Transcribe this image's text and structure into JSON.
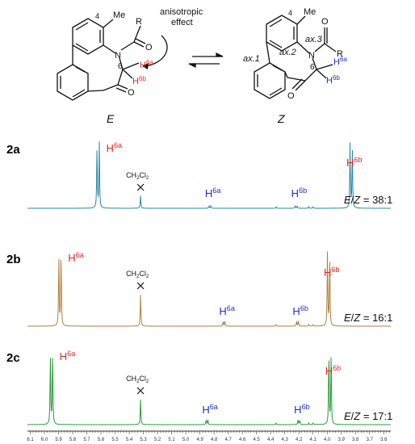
{
  "scheme": {
    "e_isomer": {
      "label": "E",
      "atom_labels": {
        "methyl": "Me",
        "c4": "4",
        "r_group": "R",
        "oxygen_amide": "O",
        "nitrogen": "N",
        "c6": "6",
        "h6a": "H",
        "h6a_sup": "6a",
        "h6b": "H",
        "h6b_sup": "6b",
        "oxygen_ketone": "O"
      }
    },
    "z_isomer": {
      "label": "Z",
      "atom_labels": {
        "methyl": "Me",
        "c4": "4",
        "r_group": "R",
        "oxygen_amide": "O",
        "nitrogen": "N",
        "c6": "6",
        "h6a": "H",
        "h6a_sup": "6a",
        "h6b": "H",
        "h6b_sup": "6b",
        "oxygen_ketone": "O",
        "ax1": "ax.1",
        "ax2": "ax.2",
        "ax3": "ax.3"
      }
    },
    "anisotropic_line1": "anisotropic",
    "anisotropic_line2": "effect"
  },
  "spectra": [
    {
      "compound": "2a",
      "ratio_prefix": "E",
      "ratio_mid": "Z",
      "ratio_value": " = 38:1",
      "color": "#2e86a6",
      "labels": {
        "h6a_major": "H",
        "h6a_major_sup": "6a",
        "h6b_major": "H",
        "h6b_major_sup": "6b",
        "h6a_minor": "H",
        "h6a_minor_sup": "6a",
        "h6b_minor": "H",
        "h6b_minor_sup": "6b",
        "solvent": "CH",
        "solvent_sub1": "2",
        "solvent_mid": "Cl",
        "solvent_sub2": "2"
      }
    },
    {
      "compound": "2b",
      "ratio_prefix": "E",
      "ratio_mid": "Z",
      "ratio_value": " = 16:1",
      "color": "#b0803a",
      "labels": {
        "h6a_major": "H",
        "h6a_major_sup": "6a",
        "h6b_major": "H",
        "h6b_major_sup": "6b",
        "h6a_minor": "H",
        "h6a_minor_sup": "6a",
        "h6b_minor": "H",
        "h6b_minor_sup": "6b",
        "solvent": "CH",
        "solvent_sub1": "2",
        "solvent_mid": "Cl",
        "solvent_sub2": "2"
      }
    },
    {
      "compound": "2c",
      "ratio_prefix": "E",
      "ratio_mid": "Z",
      "ratio_value": " = 17:1",
      "color": "#2a9a3c",
      "labels": {
        "h6a_major": "H",
        "h6a_major_sup": "6a",
        "h6b_major": "H",
        "h6b_major_sup": "6b",
        "h6a_minor": "H",
        "h6a_minor_sup": "6a",
        "h6b_minor": "H",
        "h6b_minor_sup": "6b",
        "solvent": "CH",
        "solvent_sub1": "2",
        "solvent_mid": "Cl",
        "solvent_sub2": "2"
      }
    }
  ],
  "colors": {
    "major_label": "#e8261f",
    "minor_label": "#1f2fd0",
    "axis": "#333333"
  },
  "ppm_axis": {
    "ticks": [
      "6.1",
      "6.0",
      "5.9",
      "5.8",
      "5.7",
      "5.6",
      "5.5",
      "5.4",
      "5.3",
      "5.2",
      "5.1",
      "5.0",
      "4.9",
      "4.8",
      "4.7",
      "4.6",
      "4.5",
      "4.4",
      "4.3",
      "4.2",
      "4.1",
      "4.0",
      "3.9",
      "3.8",
      "3.7",
      "3.6"
    ]
  }
}
